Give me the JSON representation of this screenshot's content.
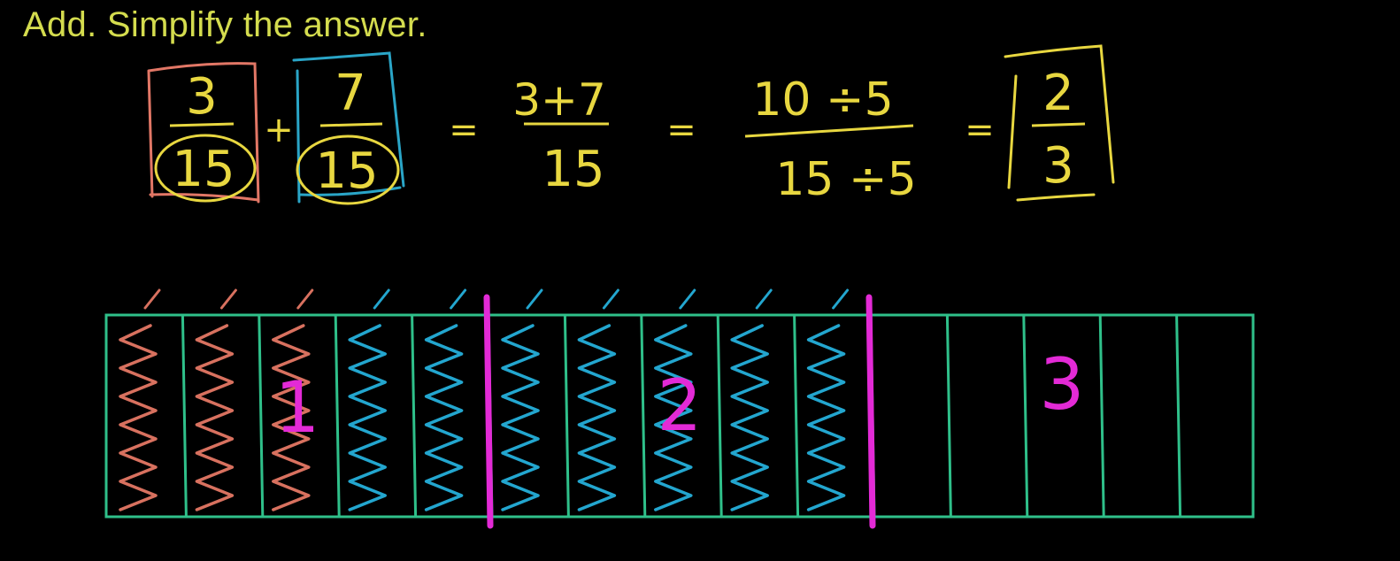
{
  "instruction": "Add. Simplify the answer.",
  "colors": {
    "text": "#d4dc4e",
    "frame_first": "#e27766",
    "frame_second": "#2aa5c7",
    "frame_answer": "#e8d740",
    "circle": "#e8d740",
    "grid": "#2fc08a",
    "hatch_first": "#d8715f",
    "hatch_second": "#23a6cf",
    "wholes": "#e32ad6"
  },
  "equation": {
    "fraction1": {
      "numerator": "3",
      "denominator": "15"
    },
    "plus": "+",
    "fraction2": {
      "numerator": "7",
      "denominator": "15"
    },
    "eq1": "=",
    "step1": {
      "numerator": "3+7",
      "denominator": "15"
    },
    "eq2": "=",
    "step2": {
      "numerator": "10 ÷5",
      "denominator": "15 ÷5"
    },
    "eq3": "=",
    "result": {
      "numerator": "2",
      "denominator": "3"
    }
  },
  "model": {
    "parts": 15,
    "shaded_first": 3,
    "shaded_second": 7,
    "group_labels": [
      "1",
      "2",
      "3"
    ]
  }
}
